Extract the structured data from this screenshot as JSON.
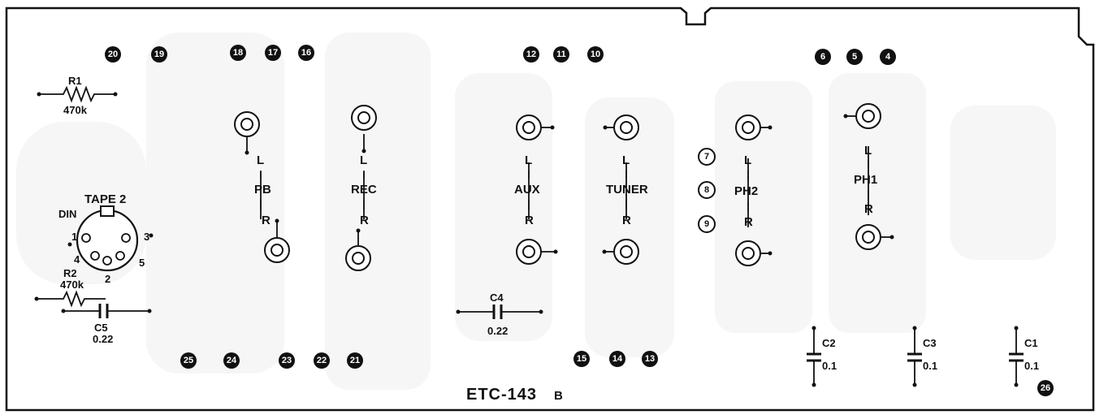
{
  "board_id": "ETC-143B",
  "board_id_main": "ETC-143",
  "board_id_suffix": "B",
  "terminals": [
    {
      "n": "20",
      "style": "filled"
    },
    {
      "n": "19",
      "style": "filled"
    },
    {
      "n": "18",
      "style": "filled"
    },
    {
      "n": "17",
      "style": "filled"
    },
    {
      "n": "16",
      "style": "filled"
    },
    {
      "n": "12",
      "style": "filled"
    },
    {
      "n": "11",
      "style": "filled"
    },
    {
      "n": "10",
      "style": "filled"
    },
    {
      "n": "6",
      "style": "filled"
    },
    {
      "n": "5",
      "style": "filled"
    },
    {
      "n": "4",
      "style": "filled"
    },
    {
      "n": "7",
      "style": "outline"
    },
    {
      "n": "8",
      "style": "outline"
    },
    {
      "n": "9",
      "style": "outline"
    },
    {
      "n": "25",
      "style": "filled"
    },
    {
      "n": "24",
      "style": "filled"
    },
    {
      "n": "23",
      "style": "filled"
    },
    {
      "n": "22",
      "style": "filled"
    },
    {
      "n": "21",
      "style": "filled"
    },
    {
      "n": "15",
      "style": "filled"
    },
    {
      "n": "14",
      "style": "filled"
    },
    {
      "n": "13",
      "style": "filled"
    },
    {
      "n": "26",
      "style": "filled"
    }
  ],
  "jacks": {
    "pb": {
      "name": "PB",
      "left": "L",
      "right": "R"
    },
    "rec": {
      "name": "REC",
      "left": "L",
      "right": "R"
    },
    "aux": {
      "name": "AUX",
      "left": "L",
      "right": "R"
    },
    "tuner": {
      "name": "TUNER",
      "left": "L",
      "right": "R"
    },
    "ph2": {
      "name": "PH2",
      "left": "L",
      "right": "R"
    },
    "ph1": {
      "name": "PH1",
      "left": "L",
      "right": "R"
    }
  },
  "din": {
    "title": "TAPE 2",
    "type": "DIN",
    "pins": [
      "1",
      "2",
      "3",
      "4",
      "5"
    ]
  },
  "components": {
    "r1": {
      "ref": "R1",
      "value": "470k"
    },
    "r2": {
      "ref": "R2",
      "value": "470k"
    },
    "c5": {
      "ref": "C5",
      "value": "0.22"
    },
    "c4": {
      "ref": "C4",
      "value": "0.22"
    },
    "c3": {
      "ref": "C3",
      "value": "0.1"
    },
    "c2": {
      "ref": "C2",
      "value": "0.1"
    },
    "c1": {
      "ref": "C1",
      "value": "0.1"
    }
  }
}
